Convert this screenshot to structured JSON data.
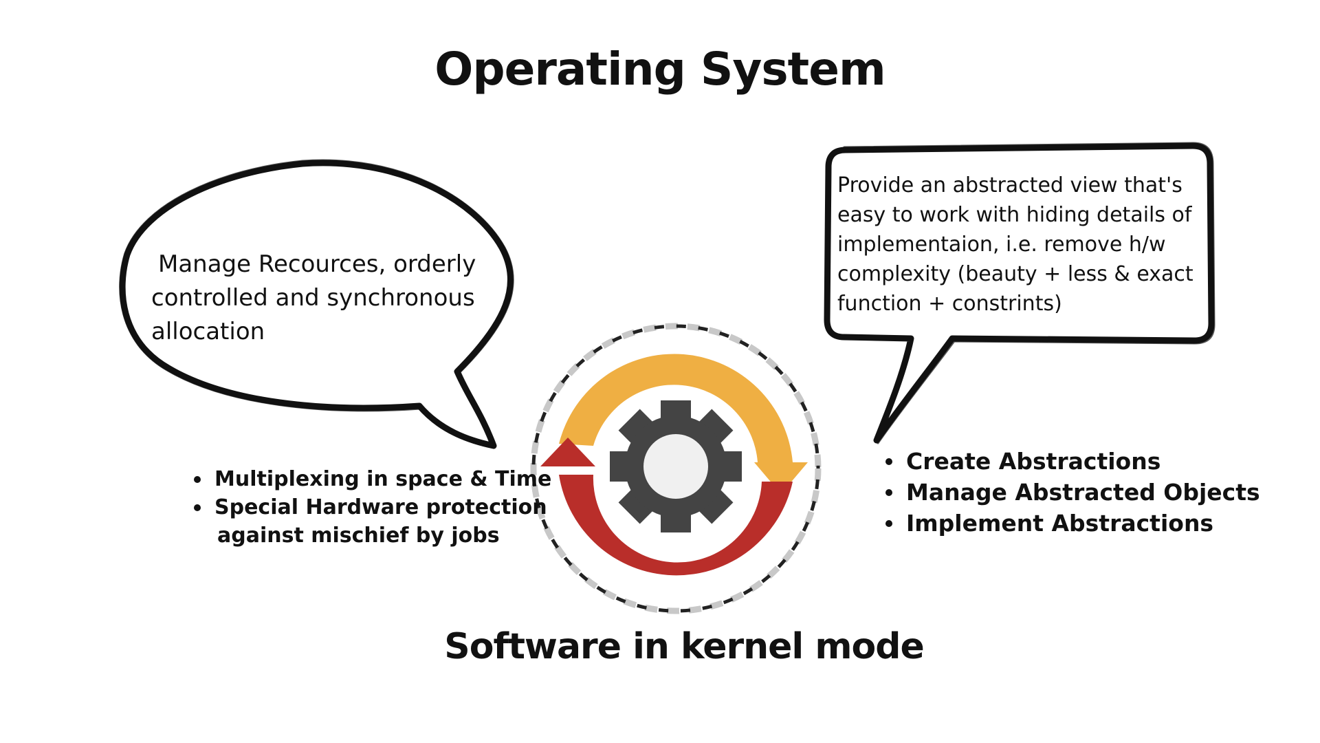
{
  "title": "Operating System",
  "subtitle": "Software in kernel mode",
  "left_bubble": {
    "lines": [
      "Manage Recources,  orderly",
      "controlled and synchronous",
      "allocation"
    ]
  },
  "right_bubble": {
    "lines": [
      "Provide an abstracted view that's",
      "easy to work with hiding details of",
      "implementaion, i.e. remove h/w",
      "complexity (beauty + less & exact",
      "function + constrints)"
    ]
  },
  "left_bullets": [
    "Multiplexing in space & Time",
    "Special Hardware protection",
    "against mischief by jobs"
  ],
  "right_bullets": [
    "Create Abstractions",
    "Manage Abstracted Objects",
    "Implement Abstractions"
  ],
  "colors": {
    "yellow_arrow": "#EFAF43",
    "red_arrow": "#B92E2A",
    "gear": "#444444",
    "gear_center": "#F0F0F0",
    "dashed_ring": "#222222",
    "dashed_ring_alt": "#C8C8C8"
  },
  "icons": {
    "center": "gear-icon",
    "cycle": "refresh-arrows-icon"
  }
}
